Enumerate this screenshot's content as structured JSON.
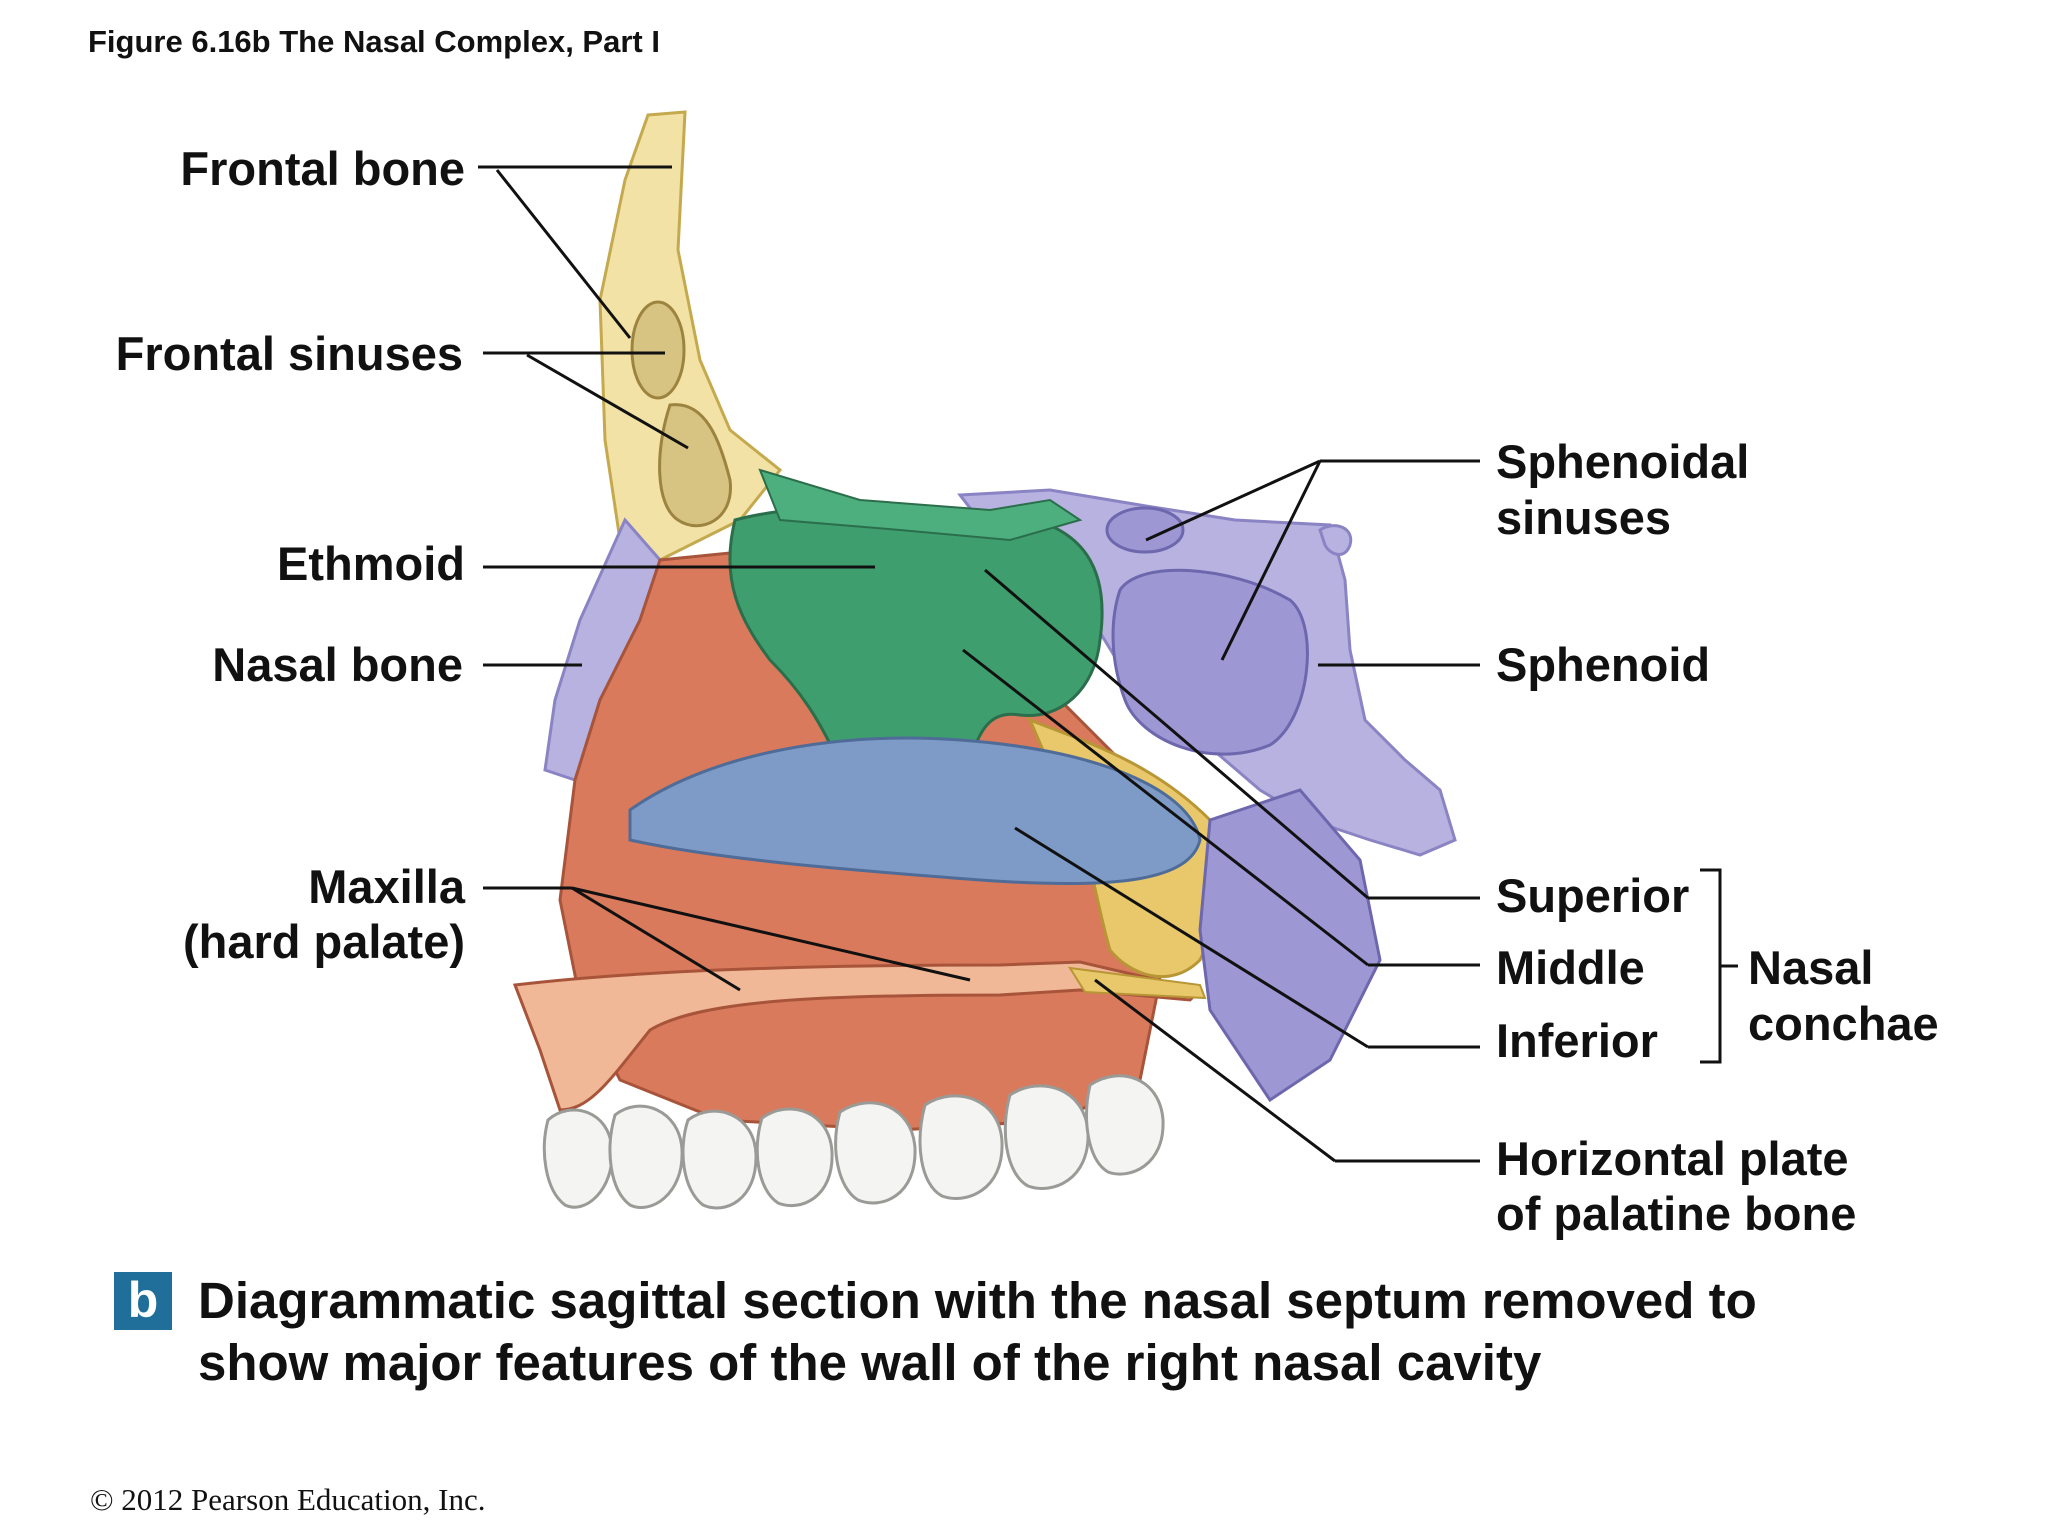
{
  "figure_title": "Figure 6.16b  The Nasal Complex, Part I",
  "labels": {
    "frontal_bone": "Frontal bone",
    "frontal_sinuses": "Frontal sinuses",
    "ethmoid": "Ethmoid",
    "nasal_bone": "Nasal bone",
    "maxilla": "Maxilla",
    "hard_palate": "(hard palate)",
    "sphenoidal_1": "Sphenoidal",
    "sphenoidal_2": "sinuses",
    "sphenoid": "Sphenoid",
    "superior": "Superior",
    "middle": "Middle",
    "inferior": "Inferior",
    "nasal": "Nasal",
    "conchae": "conchae",
    "horizontal_1": "Horizontal plate",
    "horizontal_2": "of palatine bone"
  },
  "panel_letter": "b",
  "caption_line1": "Diagrammatic sagittal section with the nasal septum removed to",
  "caption_line2": "show major features of the wall of the right nasal cavity",
  "copyright": "© 2012 Pearson Education, Inc.",
  "colors": {
    "frontal": "#f3e2a6",
    "sinus": "#d8c482",
    "ethmoid": "#3f9e6e",
    "sphenoid": "#b7b2e0",
    "maxilla": "#d97a5c",
    "inferior_concha": "#7e9bc8",
    "palatine": "#e8c86a",
    "teeth": "#f4f4f2"
  }
}
